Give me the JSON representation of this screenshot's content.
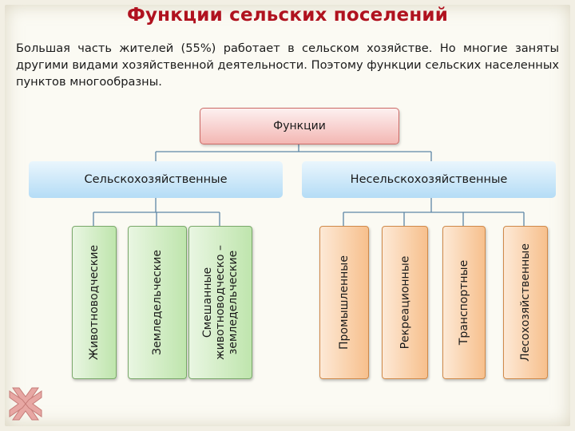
{
  "title": "Функции сельских поселений",
  "intro": "Большая часть жителей (55%) работает в  сельском хозяйстве. Но многие заняты другими видами хозяйственной деятельности. Поэтому функции сельских населенных пунктов многообразны.",
  "diagram": {
    "root": "Функции",
    "groups": [
      {
        "label": "Сельскохозяйственные",
        "items": [
          "Животноводческие",
          "Земледельческие",
          "Смешанные\nживотноводческо –\nземледельческие"
        ]
      },
      {
        "label": "Несельскохозяйственные",
        "items": [
          "Промышленные",
          "Рекреационные",
          "Транспортные",
          "Лесохозяйственные"
        ]
      }
    ]
  },
  "colors": {
    "title": "#b0121f",
    "root_fill": "#f3b7b3",
    "group_fill": "#b4dcf6",
    "agri_fill": "#bfe5ad",
    "nonagri_fill": "#f7c08d"
  },
  "icons": [
    "close-x-icon"
  ]
}
